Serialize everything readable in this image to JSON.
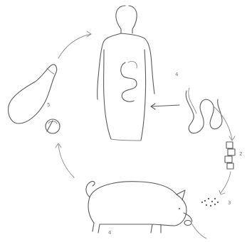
{
  "diagram": {
    "labels": [
      {
        "id": "human",
        "text": "4"
      },
      {
        "id": "muscle",
        "text": "5"
      },
      {
        "id": "proglottids",
        "text": "2"
      },
      {
        "id": "eggs",
        "text": "3"
      },
      {
        "id": "pig",
        "text": "4"
      }
    ],
    "stroke_color": "#5b5b5b"
  }
}
